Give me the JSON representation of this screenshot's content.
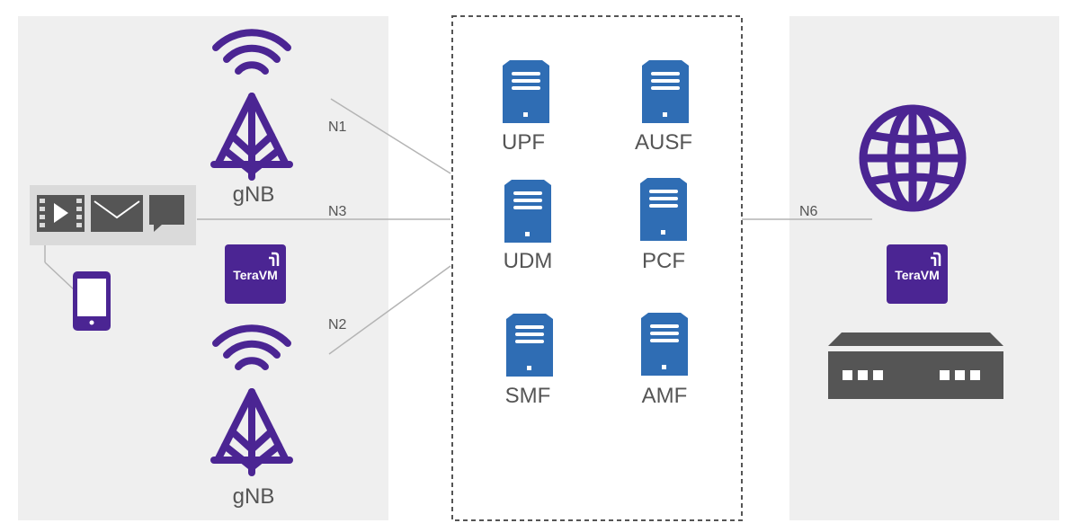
{
  "colors": {
    "panel": "#efefef",
    "purple": "#4b2593",
    "server_blue": "#2f6db4",
    "server_top": "#4f8fd3",
    "line": "#b4b4b4",
    "dashed_border": "#555555",
    "media_tray": "#dadada",
    "media_icon": "#555555",
    "appliance": "#555555",
    "text": "#555555"
  },
  "ran": {
    "top_gnb": {
      "label": "gNB",
      "icon": "cell-tower-icon"
    },
    "bottom_gnb": {
      "label": "gNB",
      "icon": "cell-tower-icon"
    },
    "ue": {
      "icon": "smartphone-icon"
    },
    "media": {
      "icons": [
        "video-icon",
        "mail-icon",
        "chat-icon"
      ]
    },
    "badge": {
      "text": "TeraVM",
      "icon": "teravm-logo-icon"
    }
  },
  "interfaces": {
    "n1": "N1",
    "n2": "N2",
    "n3": "N3",
    "n6": "N6"
  },
  "core": {
    "functions": [
      {
        "label": "UPF",
        "icon": "server-icon"
      },
      {
        "label": "AUSF",
        "icon": "server-icon"
      },
      {
        "label": "UDM",
        "icon": "server-icon"
      },
      {
        "label": "PCF",
        "icon": "server-icon"
      },
      {
        "label": "SMF",
        "icon": "server-icon"
      },
      {
        "label": "AMF",
        "icon": "server-icon"
      }
    ]
  },
  "data_network": {
    "icon": "globe-icon",
    "badge": {
      "text": "TeraVM",
      "icon": "teravm-logo-icon"
    },
    "appliance": {
      "icon": "network-appliance-icon"
    }
  }
}
